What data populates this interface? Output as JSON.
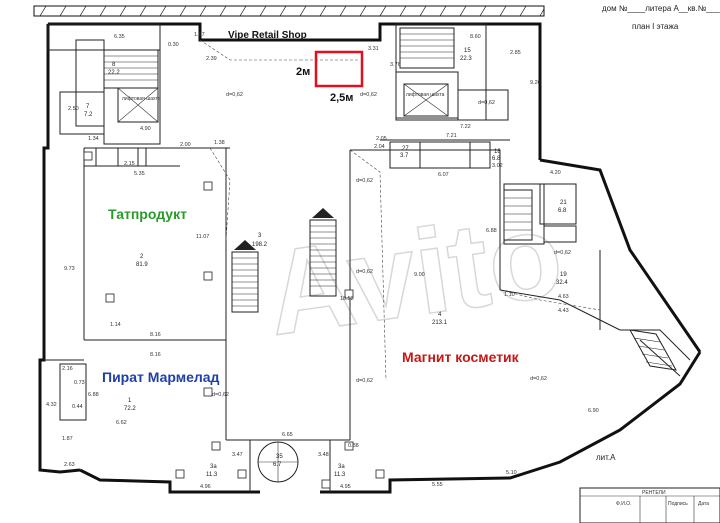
{
  "header": {
    "title_block": "дом №____литера А__кв.№___",
    "plan_title": "план I этажа"
  },
  "tenants": [
    {
      "id": "vipe",
      "label": "Vipe Retail Shop",
      "color": "#111111"
    },
    {
      "id": "tatprodukt",
      "label": "Татпродукт",
      "color": "#2a9a2a"
    },
    {
      "id": "magnit",
      "label": "Магнит косметик",
      "color": "#c41818"
    },
    {
      "id": "pirat",
      "label": "Пират Мармелад",
      "color": "#1f3fa8"
    }
  ],
  "highlight": {
    "width_label": "2м",
    "length_label": "2,5м",
    "color": "#e0101e"
  },
  "lifts": {
    "left": "лифтовая шахта",
    "right": "лифтовая шахта"
  },
  "rooms": [
    {
      "id": "r8",
      "num": "8",
      "area": "22.2"
    },
    {
      "id": "r7",
      "num": "7",
      "area": "7.2"
    },
    {
      "id": "r15",
      "num": "15",
      "area": "22.3"
    },
    {
      "id": "r2",
      "num": "2",
      "area": "81.9"
    },
    {
      "id": "r3",
      "num": "3",
      "area": "198.2"
    },
    {
      "id": "r4",
      "num": "4",
      "area": "213.1"
    },
    {
      "id": "r1",
      "num": "1",
      "area": "72.2"
    },
    {
      "id": "r19",
      "num": "19",
      "area": "32.4"
    },
    {
      "id": "r3a",
      "num": "3а",
      "area": "11.3"
    },
    {
      "id": "r3b",
      "num": "3а",
      "area": "11.3"
    },
    {
      "id": "r35",
      "num": "35",
      "area": "6.7"
    },
    {
      "id": "r18",
      "num": "18",
      "area": "6.8"
    },
    {
      "id": "r27",
      "num": "27",
      "area": "3.7"
    },
    {
      "id": "r21",
      "num": "21",
      "area": "6.8"
    }
  ],
  "dimensions": [
    "6.35",
    "0.30",
    "1.97",
    "3.31",
    "2.39",
    "3.76",
    "8.60",
    "2.85",
    "9.26",
    "2.50",
    "1.34",
    "4.90",
    "2.00",
    "1.38",
    "5.35",
    "2.15",
    "11.07",
    "9.73",
    "8.16",
    "8.16",
    "2.05",
    "2.04",
    "7.21",
    "7.22",
    "6.07",
    "3.02",
    "4.20",
    "9.00",
    "6.88",
    "18.52",
    "1.10",
    "4.63",
    "4.43",
    "3.47",
    "6.65",
    "3.48",
    "0.88",
    "4.96",
    "4.95",
    "5.55",
    "5.10",
    "6.90",
    "2.16",
    "1.87",
    "0.44",
    "0.73",
    "4.32",
    "6.62",
    "6.88",
    "1.14",
    "2.63"
  ],
  "ceiling_marks": [
    "d=0,62",
    "d=0,62",
    "d=0,62",
    "d=0,62",
    "d=0,62",
    "d=0,62",
    "d=0,62",
    "d=0,62",
    "d=0,62"
  ],
  "footer": {
    "lit": "лит.А",
    "stamp_row1": "Ф.И.О.",
    "stamp_row2": "Подпись",
    "stamp_row3": "Дата",
    "stamp_head": "РЕНТЕЛИ"
  },
  "watermark": "Avito"
}
